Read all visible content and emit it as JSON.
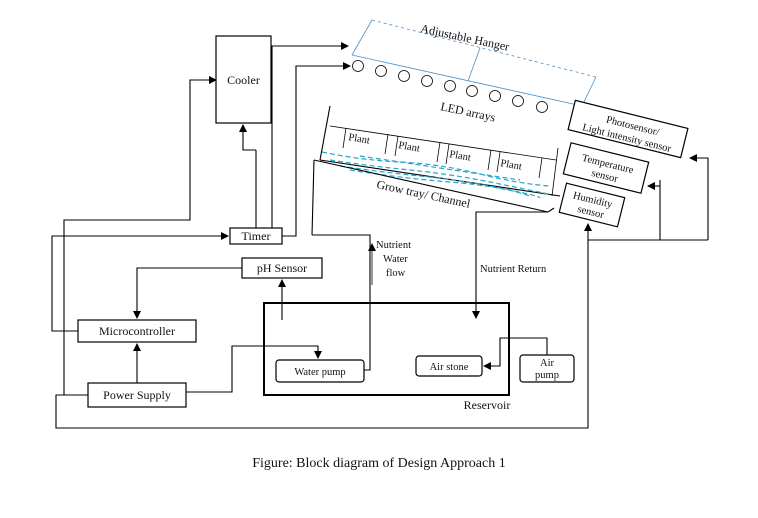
{
  "labels": {
    "cooler": "Cooler",
    "adjustable_hanger": "Adjustable Hanger",
    "led_arrays": "LED arrays",
    "plant": "Plant",
    "grow_tray": "Grow tray/ Channel",
    "photosensor_line1": "Photosensor/",
    "photosensor_line2": "Light intensity  sensor",
    "temperature_line1": "Temperature",
    "temperature_line2": "sensor",
    "humidity_line1": "Humidity",
    "humidity_line2": "sensor",
    "timer": "Timer",
    "ph_sensor": "pH Sensor",
    "nutrient_water_line1": "Nutrient",
    "nutrient_water_line2": "Water",
    "nutrient_water_line3": "flow",
    "nutrient_return": "Nutrient Return",
    "microcontroller": "Microcontroller",
    "water_pump": "Water pump",
    "air_stone": "Air stone",
    "air_pump_line1": "Air",
    "air_pump_line2": "pump",
    "power_supply": "Power Supply",
    "reservoir": "Reservoir"
  },
  "caption": "Figure: Block diagram of Design Approach 1",
  "colors": {
    "lines": "#000000",
    "water": "#22a6c9",
    "hanger": "#4a90c8"
  }
}
